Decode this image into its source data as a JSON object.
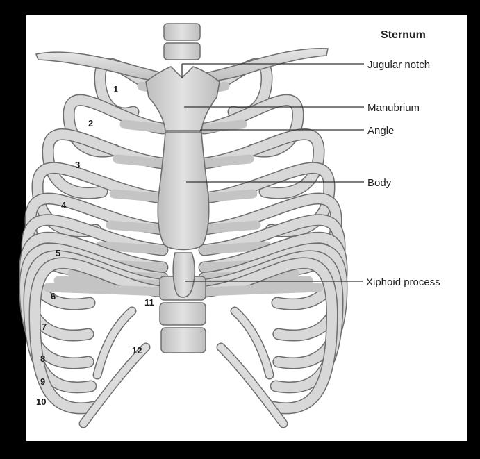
{
  "figure": {
    "heading": "Sternum",
    "labels": [
      {
        "id": "jugular",
        "text": "Jugular notch"
      },
      {
        "id": "manubrium",
        "text": "Manubrium"
      },
      {
        "id": "angle",
        "text": "Angle"
      },
      {
        "id": "body",
        "text": "Body"
      },
      {
        "id": "xiphoid",
        "text": "Xiphoid process"
      }
    ],
    "rib_numbers": [
      "1",
      "2",
      "3",
      "4",
      "5",
      "6",
      "7",
      "8",
      "9",
      "10",
      "11",
      "12"
    ]
  },
  "colors": {
    "frame": "#000000",
    "canvas": "#ffffff",
    "bone_fill": "#d6d6d6",
    "bone_stroke": "#6e6e6e",
    "cartilage_fill": "#c4c4c4",
    "leader": "#333333"
  }
}
